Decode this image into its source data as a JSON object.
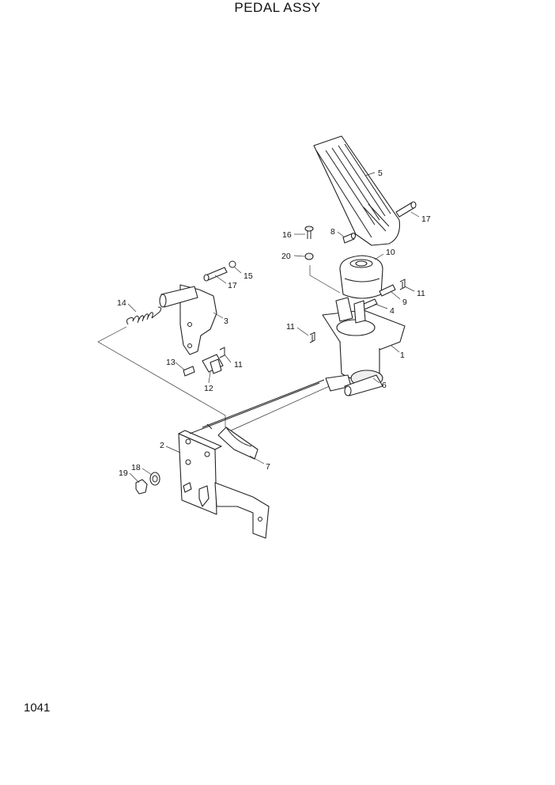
{
  "title": "PEDAL ASSY",
  "page_number": "1041",
  "callouts": [
    {
      "id": "c1",
      "label": "1"
    },
    {
      "id": "c2",
      "label": "2"
    },
    {
      "id": "c3",
      "label": "3"
    },
    {
      "id": "c4",
      "label": "4"
    },
    {
      "id": "c5",
      "label": "5"
    },
    {
      "id": "c6",
      "label": "6"
    },
    {
      "id": "c7",
      "label": "7"
    },
    {
      "id": "c8",
      "label": "8"
    },
    {
      "id": "c9",
      "label": "9"
    },
    {
      "id": "c10",
      "label": "10"
    },
    {
      "id": "c11a",
      "label": "11"
    },
    {
      "id": "c11b",
      "label": "11"
    },
    {
      "id": "c11c",
      "label": "11"
    },
    {
      "id": "c12",
      "label": "12"
    },
    {
      "id": "c13",
      "label": "13"
    },
    {
      "id": "c14",
      "label": "14"
    },
    {
      "id": "c15",
      "label": "15"
    },
    {
      "id": "c16",
      "label": "16"
    },
    {
      "id": "c17a",
      "label": "17"
    },
    {
      "id": "c17b",
      "label": "17"
    },
    {
      "id": "c18",
      "label": "18"
    },
    {
      "id": "c19",
      "label": "19"
    },
    {
      "id": "c20",
      "label": "20"
    }
  ]
}
